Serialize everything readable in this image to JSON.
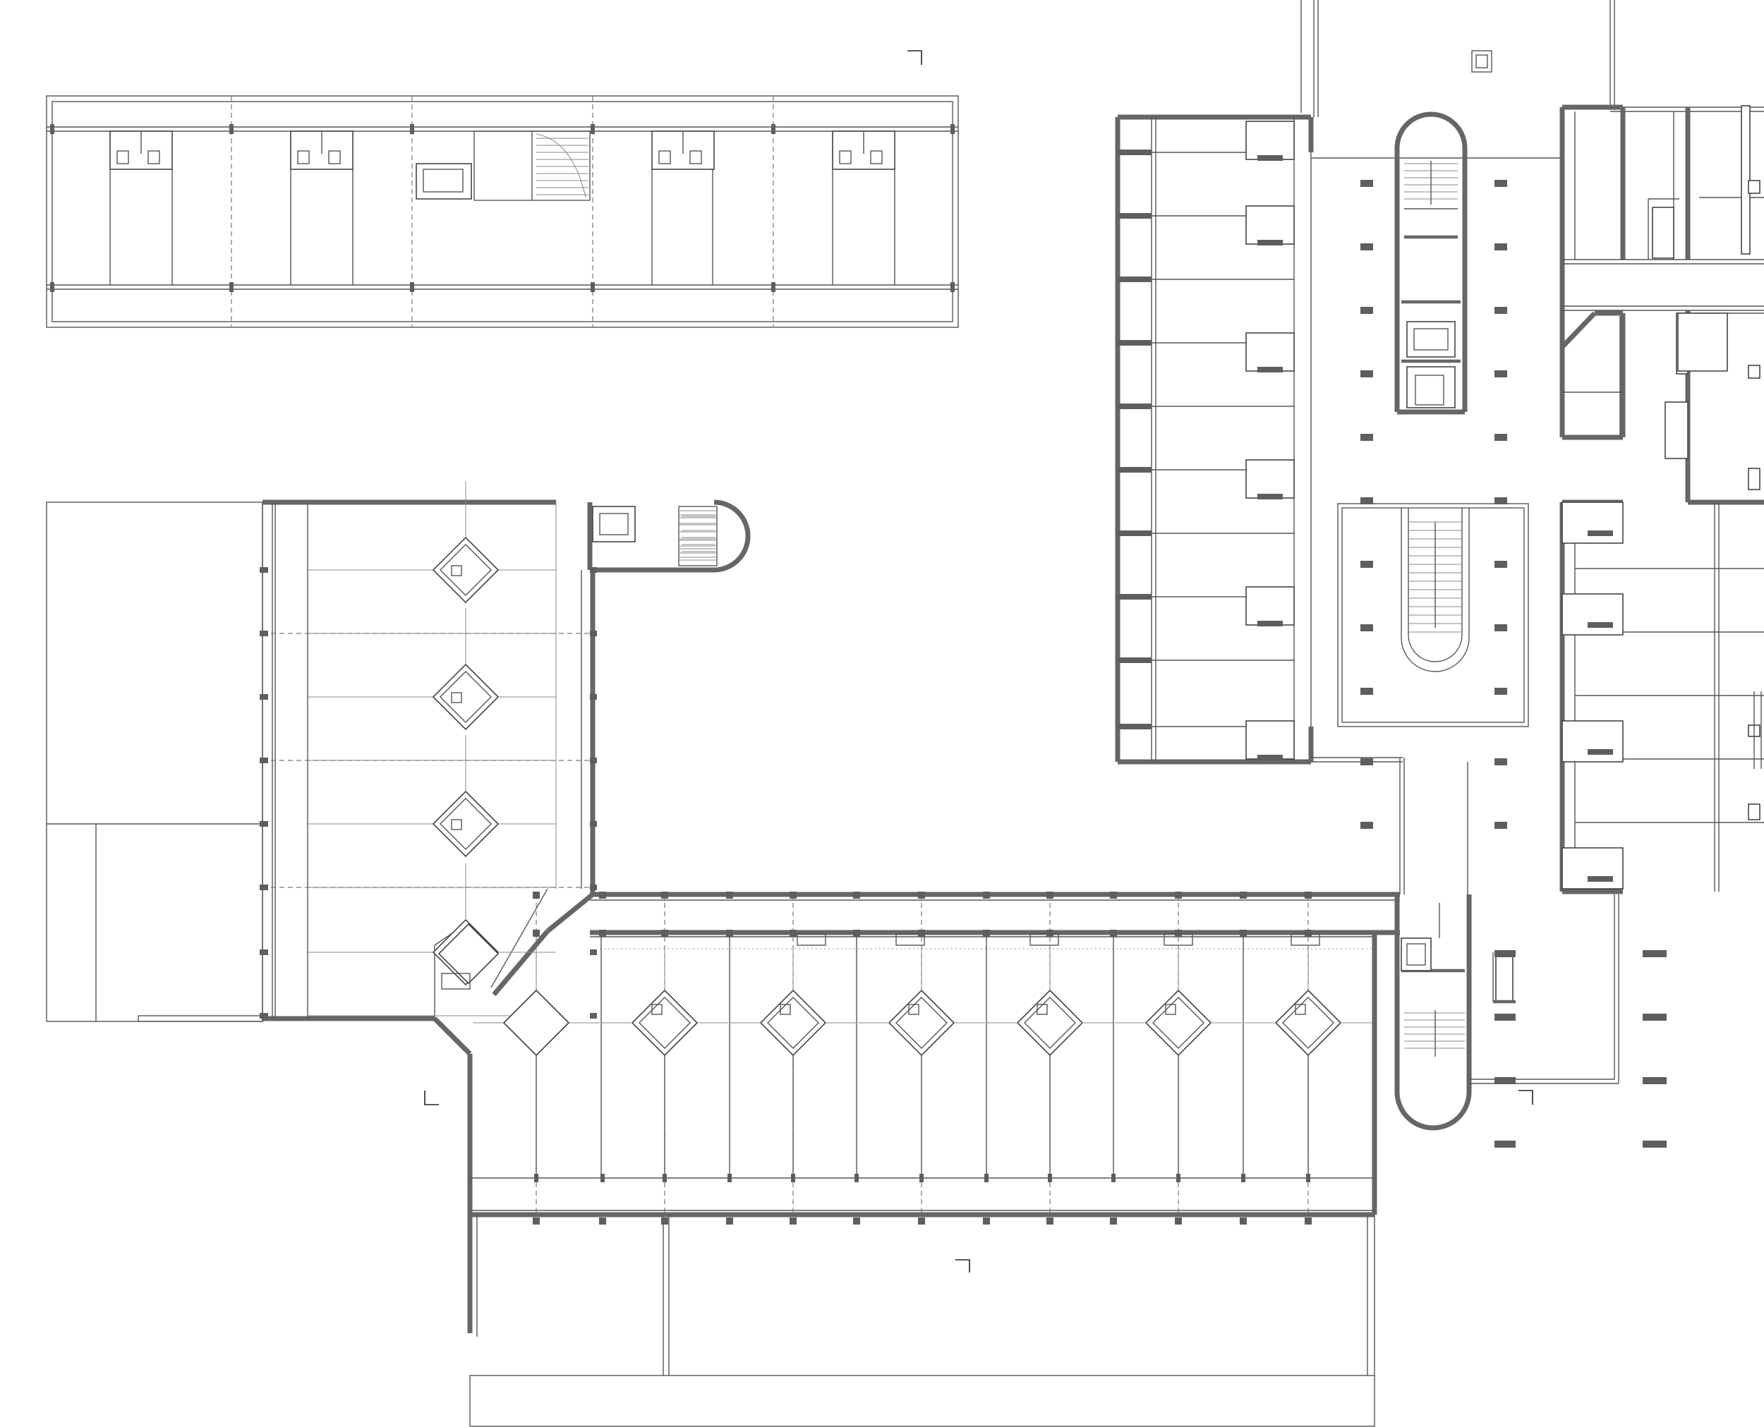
{
  "drawing": {
    "type": "architectural-floor-plan",
    "line_color": "#444444",
    "wall_color": "#666666",
    "column_color": "#5e5e5e",
    "background": "#ffffff",
    "text_labels": []
  },
  "parts": {
    "upper_left_bar": {
      "bays": 5,
      "wc_units": 4,
      "stair_core": 1
    },
    "west_wing": {
      "bays": 4,
      "diamond_pods": 4,
      "round_stair": 1
    },
    "south_wing": {
      "bays": 7,
      "diamond_pods": 7,
      "corridor_columns": 12
    },
    "east_block": {
      "units_west_column": 6,
      "units_east_column": 4,
      "round_stair_cores": 3,
      "atrium_stair": 1
    }
  }
}
